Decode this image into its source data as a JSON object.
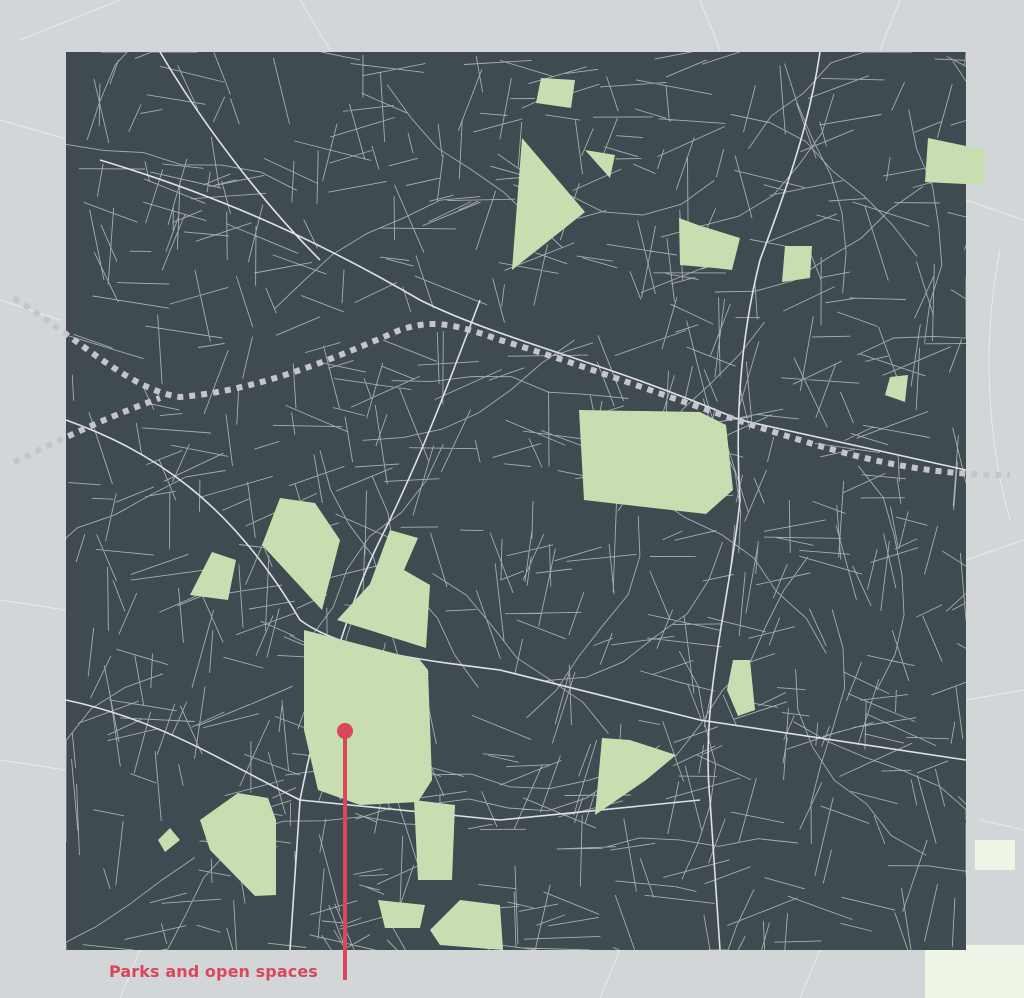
{
  "map": {
    "annotation": {
      "label": "Parks and open spaces",
      "color": "#d9475a"
    },
    "colors": {
      "outer_background": "#d3d6d8",
      "map_background": "#3f4b50",
      "streets": "#c9cfd2",
      "outer_streets": "#eef0f1",
      "parks": "#c9deb0",
      "railway": "#c7c4cc"
    },
    "layers": [
      "streets",
      "parks",
      "railway",
      "annotation"
    ]
  }
}
